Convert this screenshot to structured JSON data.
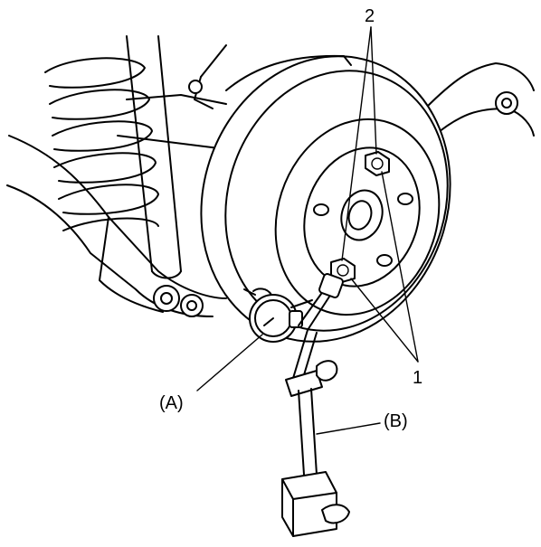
{
  "callouts": {
    "label_2": "2",
    "label_1": "1",
    "label_A": "(A)",
    "label_B": "(B)"
  }
}
